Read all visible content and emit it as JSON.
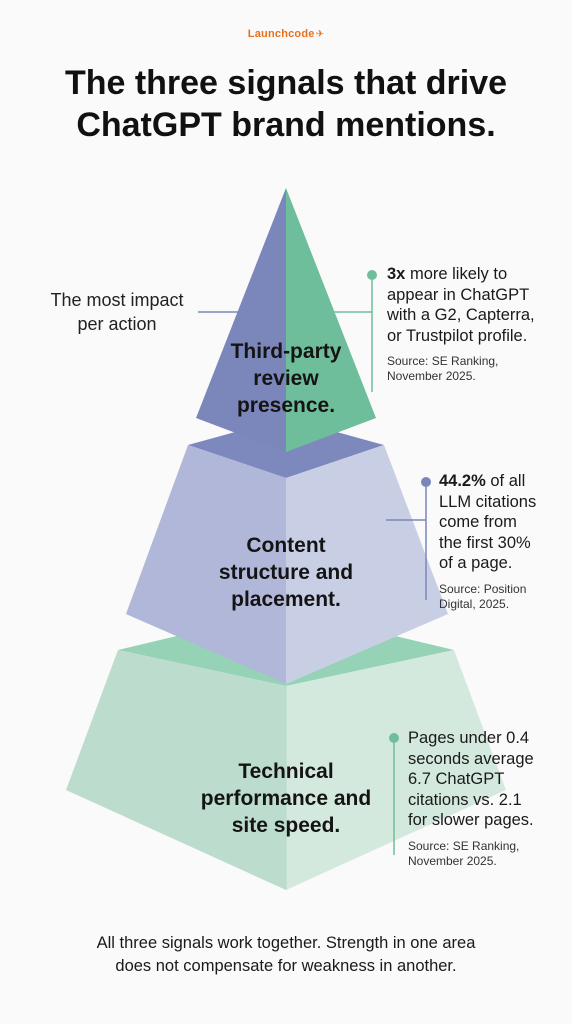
{
  "brand": {
    "name": "Launchcode",
    "mark": "✈"
  },
  "headline": {
    "line1": "The three signals that drive",
    "line2": "ChatGPT brand mentions."
  },
  "impact_note": {
    "line1": "The most impact",
    "line2": "per action"
  },
  "tiers": [
    {
      "label_lines": [
        "Third-party",
        "review",
        "presence."
      ],
      "stat": "3x",
      "fact_lines_rest": [
        " more likely to",
        "appear in ChatGPT",
        "with a G2, Capterra,",
        "or Trustpilot profile."
      ],
      "source_lines": [
        "Source: SE Ranking,",
        "November 2025."
      ],
      "colors": {
        "left": "#7c87bb",
        "right": "#6fbe9b"
      }
    },
    {
      "label_lines": [
        "Content",
        "structure and",
        "placement."
      ],
      "stat": "44.2%",
      "fact_lines_rest": [
        " of all",
        "LLM citations",
        "come from",
        "the first 30%",
        "of a page."
      ],
      "source_lines": [
        "Source: Position",
        "Digital, 2025."
      ],
      "colors": {
        "left": "#b4bad9",
        "right": "#c9d0e6"
      }
    },
    {
      "label_lines": [
        "Technical",
        "performance and",
        "site speed."
      ],
      "stat": "",
      "fact_lines_rest": [
        "Pages under 0.4",
        "seconds average",
        "6.7 ChatGPT",
        "citations vs. 2.1",
        "for slower pages."
      ],
      "source_lines": [
        "Source: SE Ranking,",
        "November 2025."
      ],
      "colors": {
        "left": "#bcdccd",
        "right": "#cfe6da"
      }
    }
  ],
  "footer": {
    "line1": "All three signals work together. Strength in one area",
    "line2": "does not compensate for weakness in another."
  }
}
